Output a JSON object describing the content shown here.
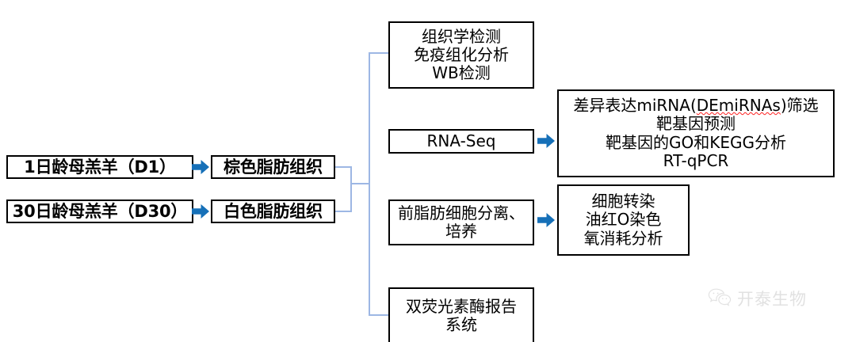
{
  "figure": {
    "type": "experimental-design-flowchart",
    "language": "zh-CN",
    "colors": {
      "box_border": "#000000",
      "box_fill": "#FFFFFF",
      "arrow_blue": "#1670B8",
      "connector_blue": "#9DB7E4",
      "text": "#000000",
      "watermark_gray": "#C9C9C9",
      "spellcheck_underline": "#FF0000"
    }
  },
  "samples": [
    {
      "id": "d1",
      "label": "1日龄母羔羊（D1）"
    },
    {
      "id": "d30",
      "label": "30日龄母羔羊（D30）"
    }
  ],
  "tissues": [
    {
      "id": "bat",
      "label": "棕色脂肪组织"
    },
    {
      "id": "wat",
      "label": "白色脂肪组织"
    }
  ],
  "methods": [
    {
      "id": "histology",
      "lines": [
        "组织学检测",
        "免疫组化分析",
        "WB检测"
      ]
    },
    {
      "id": "rnaseq",
      "lines": [
        "RNA-Seq"
      ]
    },
    {
      "id": "preadipocyte",
      "lines": [
        "前脂肪细胞分离、",
        "培养"
      ]
    },
    {
      "id": "luciferase",
      "lines": [
        "双荧光素酶报告",
        "系统"
      ]
    }
  ],
  "analyses": [
    {
      "id": "mirna",
      "lines": [
        "差异表达miRNA(DEmiRNAs)筛选",
        "靶基因预测",
        "靶基因的GO和KEGG分析",
        "RT-qPCR"
      ],
      "underlined_token": "DEmiRNAs"
    },
    {
      "id": "cell-experiment",
      "lines": [
        "细胞转染",
        "油红O染色",
        "氧消耗分析"
      ]
    }
  ],
  "arrows": [
    {
      "id": "d1-to-bat",
      "icon": "right-block-arrow-icon"
    },
    {
      "id": "d30-to-wat",
      "icon": "right-block-arrow-icon"
    },
    {
      "id": "rnaseq-to-mirna",
      "icon": "right-block-arrow-icon"
    },
    {
      "id": "preadipo-to-cell",
      "icon": "right-block-arrow-icon"
    }
  ],
  "watermark": {
    "icon": "wechat-logo-icon",
    "text": "开泰生物"
  }
}
